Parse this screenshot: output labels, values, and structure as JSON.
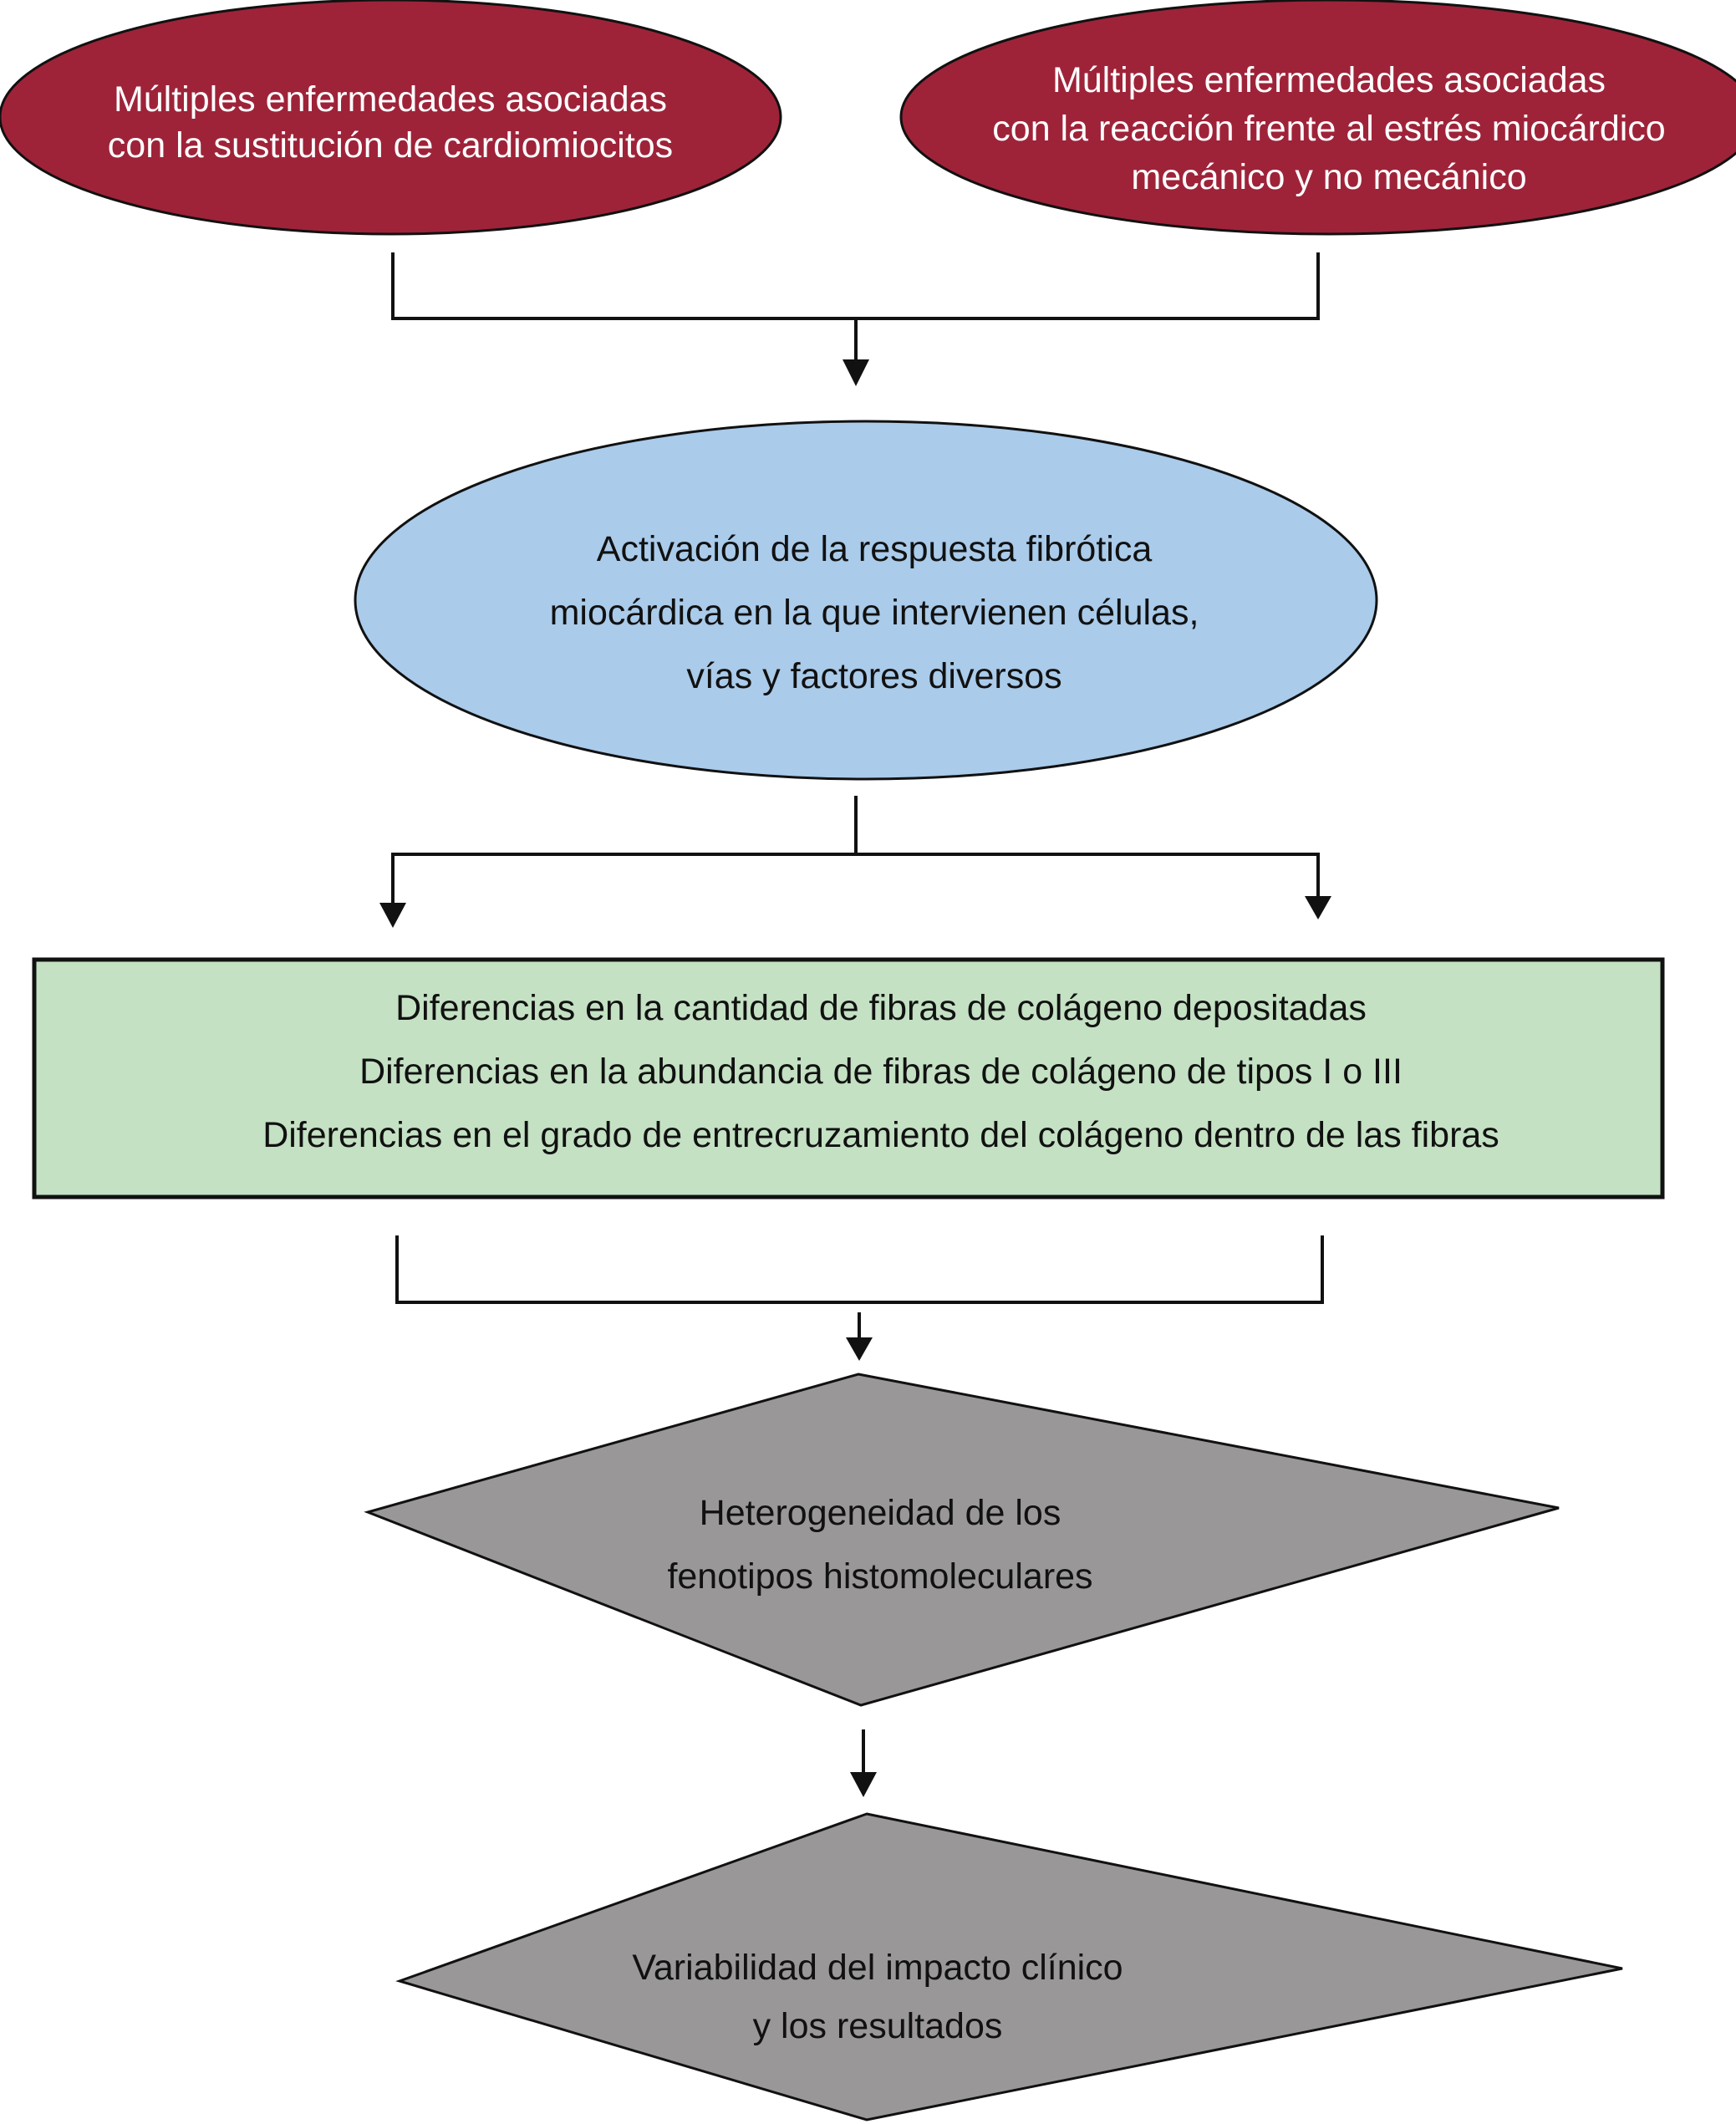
{
  "colors": {
    "disease_fill": "#9e2339",
    "activation_fill": "#aacbea",
    "differences_fill": "#c4e1c3",
    "outcome_fill": "#999798",
    "stroke": "#111111"
  },
  "nodes": {
    "replacement_diseases": {
      "shape": "ellipse",
      "lines": [
        "Múltiples enfermedades asociadas",
        "con la sustitución de cardiomiocitos"
      ]
    },
    "stress_diseases": {
      "shape": "ellipse",
      "lines": [
        "Múltiples enfermedades asociadas",
        "con la reacción frente al estrés miocárdico",
        "mecánico y no mecánico"
      ]
    },
    "fibrotic_activation": {
      "shape": "ellipse",
      "lines": [
        "Activación de la respuesta fibrótica",
        "miocárdica en la que intervienen células,",
        "vías y factores diversos"
      ]
    },
    "collagen_differences": {
      "shape": "rectangle",
      "lines": [
        "Diferencias en la cantidad de fibras de colágeno depositadas",
        "Diferencias en la abundancia de fibras de colágeno de tipos I o III",
        "Diferencias en el grado de entrecruzamiento del colágeno dentro de las fibras"
      ]
    },
    "phenotype_heterogeneity": {
      "shape": "diamond",
      "lines": [
        "Heterogeneidad de los",
        "fenotipos histomoleculares"
      ]
    },
    "clinical_variability": {
      "shape": "diamond",
      "lines": [
        "Variabilidad del impacto clínico",
        "y los resultados"
      ]
    }
  },
  "edges": [
    {
      "from": [
        "replacement_diseases",
        "stress_diseases"
      ],
      "to": "fibrotic_activation",
      "type": "merge"
    },
    {
      "from": "fibrotic_activation",
      "to": "collagen_differences",
      "type": "split"
    },
    {
      "from": "collagen_differences",
      "to": "phenotype_heterogeneity",
      "type": "merge"
    },
    {
      "from": "phenotype_heterogeneity",
      "to": "clinical_variability",
      "type": "direct"
    }
  ]
}
